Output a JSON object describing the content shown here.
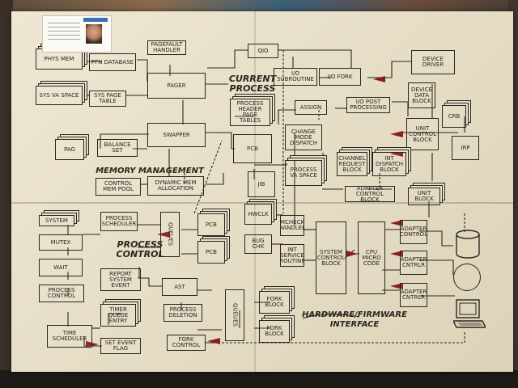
{
  "regions": {
    "memory": "MEMORY MANAGEMENT",
    "process_l1": "CURRENT",
    "process_l2": "PROCESS",
    "control_l1": "PROCESS",
    "control_l2": "CONTROL",
    "hw_l1": "HARDWARE/FIRMWARE",
    "hw_l2": "INTERFACE"
  },
  "blocks": {
    "phys_mem": "PHYS MEM",
    "pfn_database": "PFN DATABASE",
    "sys_va_space": "SYS VA SPACE",
    "sys_page_table": "SYS PAGE TABLE",
    "pagefault": "PAGEFAULT HANDLER",
    "pager": "PAGER",
    "swapper": "SWAPPER",
    "pag": "PAG",
    "balance_set": "BALANCE SET",
    "dynamic_mem": "DYNAMIC MEM ALLOCATION",
    "control_mem": "CONTROL MEM POOL",
    "qio": "QIO",
    "qio_subroutine": "I/O SUBROUTINE",
    "qio_fork": "I/O FORK",
    "device_driver": "DEVICE DRIVER",
    "process_header": "PROCESS HEADER PAGE TABLES",
    "assign": "ASSIGN",
    "io_post": "I/O POST PROCESSING",
    "device_data": "DEVICE DATA BLOCK",
    "change_mode": "CHANGE MODE DISPATCH",
    "ucb": "UNIT CONTROL BLOCK",
    "pcb_top": "PCB",
    "crb": "CRB",
    "irp": "IRP",
    "jib": "JIB",
    "process_va": "PROCESS VA SPACE",
    "channel_req": "CHANNEL REQUEST BLOCK",
    "interrupt_block": "INT DISPATCH BLOCK",
    "adapter_ctrl": "ADAPTER CONTROL BLOCK",
    "unit_block": "UNIT BLOCK",
    "system": "SYSTEM",
    "process_scheduler": "PROCESS SCHEDULER",
    "queues_1": "QUEUES",
    "pcb_a": "PCB",
    "pcb_b": "PCB",
    "mutex": "MUTEX",
    "wait": "WAIT",
    "process_control": "PROCESS CONTROL",
    "report_event": "REPORT SYSTEM EVENT",
    "ast": "AST",
    "timer_queue": "TIMER QUEUE ENTRY",
    "process_deletion": "PROCESS DELETION",
    "queues_2": "QUEUES",
    "fork_block_1": "FORK BLOCK",
    "fork_block_2": "FORK BLOCK",
    "timer_scheduler": "TIME SCHEDULER",
    "fork_control": "FORK CONTROL",
    "set_event": "SET EVENT FLAG",
    "hwclk": "HWCLK",
    "bug_chk": "BUG CHK",
    "mfpr_handler": "MCHECK HANDLER",
    "int_service": "INT SERVICE ROUTINE",
    "scb": "SYSTEM CONTROL BLOCK",
    "cpu_code": "CPU MICRO CODE",
    "adapter_control_hw": "ADAPTER CONTROL",
    "adapter_cntrlr_1": "ADAPTER CNTRLR",
    "adapter_cntrlr_2": "ADAPTER CNTRLR"
  },
  "colors": {
    "ink": "#2b2520",
    "arrow_red": "#8a1e1e",
    "paper": "#e9e2cc"
  }
}
